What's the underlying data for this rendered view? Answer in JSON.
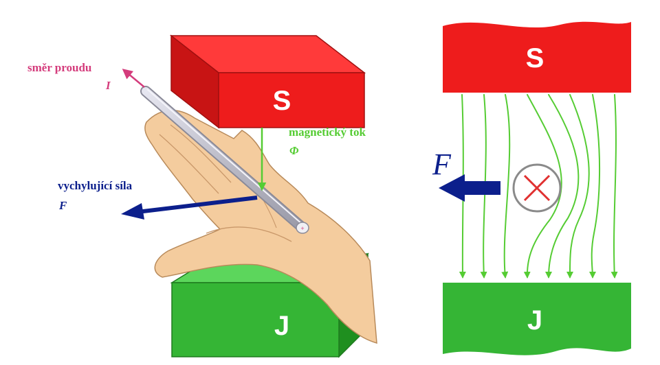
{
  "colors": {
    "magnet_south": "#ee1c1c",
    "magnet_north": "#22b022",
    "field_line": "#55cc33",
    "force": "#0c1f8c",
    "current": "#d43c7c",
    "hand": "#f4cc9e"
  },
  "left_figure": {
    "south_pole_label": "S",
    "north_pole_label": "J",
    "current_label": "směr proudu",
    "current_symbol": "I",
    "flux_label": "magnetický tok",
    "flux_symbol": "Φ",
    "force_label": "vychylující síla",
    "force_symbol": "F",
    "hand_icon": "right-hand-icon"
  },
  "right_figure": {
    "south_pole_label": "S",
    "north_pole_label": "J",
    "force_symbol": "F",
    "conductor_icon": "current-into-page-icon"
  }
}
